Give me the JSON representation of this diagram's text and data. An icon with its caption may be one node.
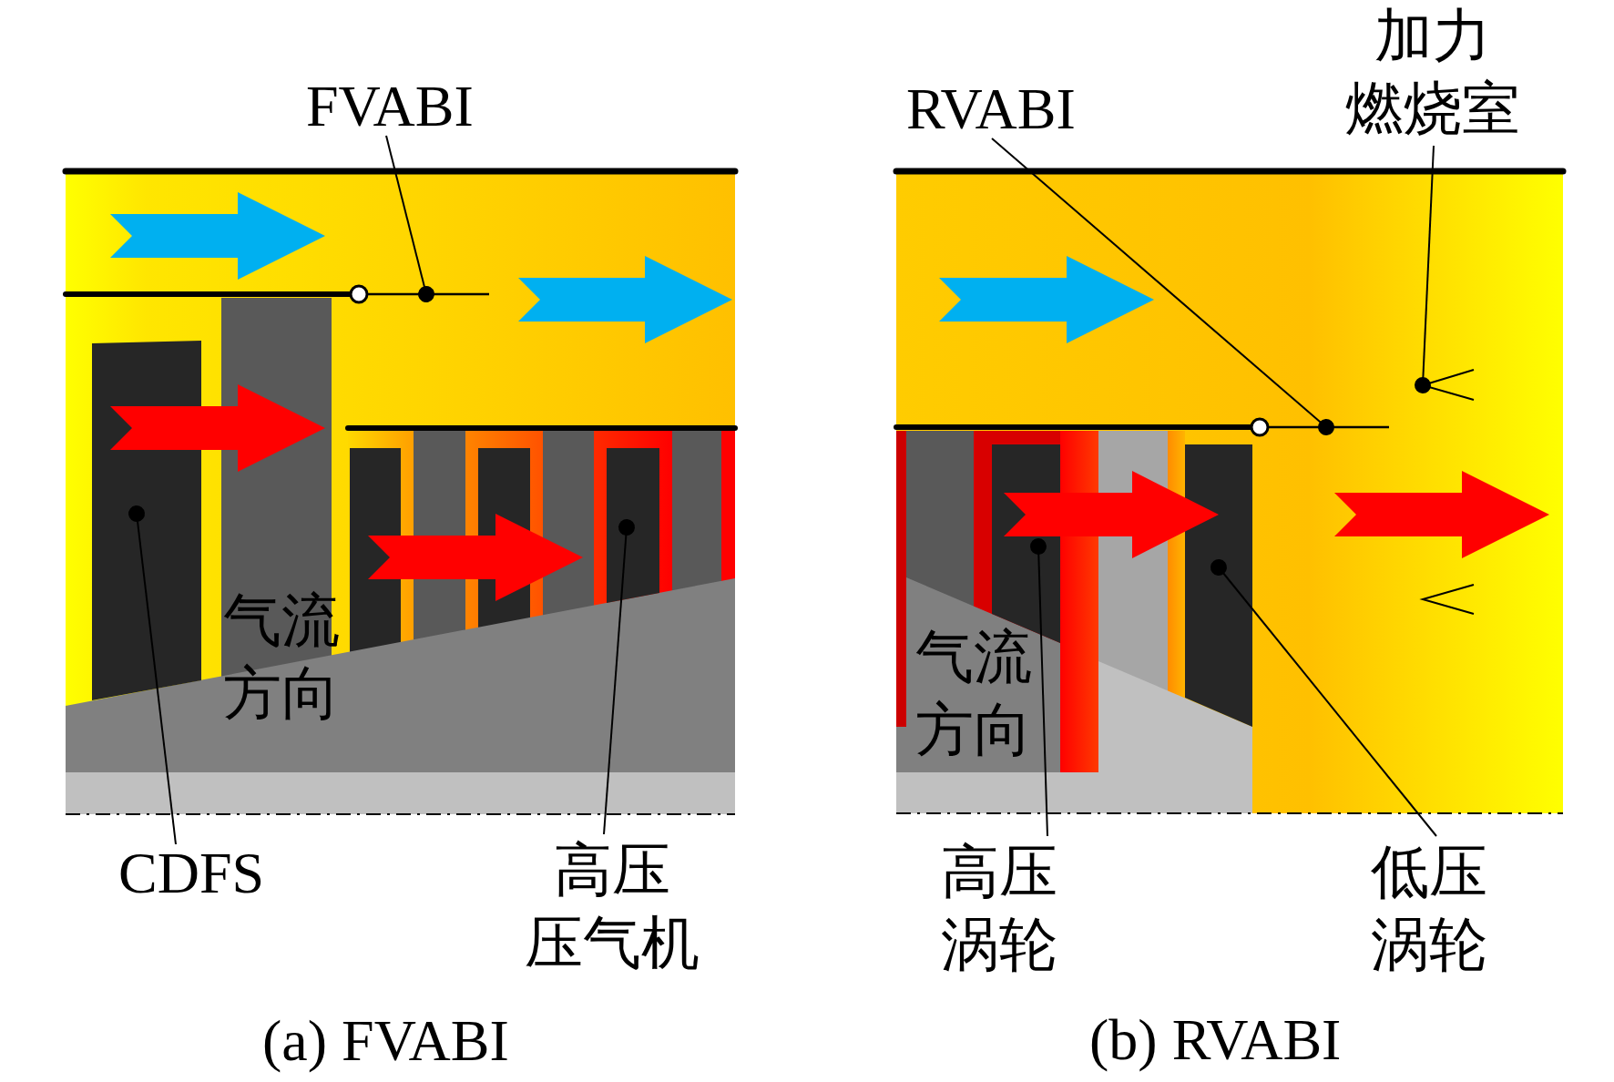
{
  "diagram": {
    "nodes": [
      {
        "text": [
          "FVABI"
        ]
      },
      {
        "text": [
          "RVABI"
        ]
      },
      {
        "text": [
          "加力燃烧室"
        ]
      },
      {
        "text": [
          "CDFS"
        ]
      },
      {
        "text": [
          "高压压气机"
        ]
      },
      {
        "text": [
          "高压涡轮"
        ]
      },
      {
        "text": [
          "低压涡轮"
        ]
      },
      {
        "text": [],
        "shape": "bar"
      },
      {
        "text": [],
        "shape": "bar"
      },
      {
        "text": [],
        "shape": "bar"
      },
      {
        "text": [],
        "shape": "bar"
      },
      {
        "text": [],
        "shape": "chevron"
      },
      {
        "text": [],
        "shape": "chevron"
      }
    ],
    "edges": [
      {
        "from": 0,
        "to": null,
        "arrow": "other"
      },
      {
        "from": 1,
        "to": null,
        "arrow": "other"
      },
      {
        "from": 2,
        "to": 11,
        "arrow": "other"
      },
      {
        "from": 3,
        "to": 7,
        "arrow": "other"
      },
      {
        "from": 4,
        "to": 8,
        "arrow": "other"
      },
      {
        "from": 5,
        "to": 9,
        "arrow": "other"
      },
      {
        "from": 6,
        "to": 10,
        "arrow": "other"
      },
      {
        "from": 9,
        "to": 10,
        "arrow": "to",
        "color": "#ff0000"
      }
    ],
    "labels": [
      "气流方向",
      "气流方向",
      "(a) FVABI",
      "(b) RVABI"
    ]
  }
}
